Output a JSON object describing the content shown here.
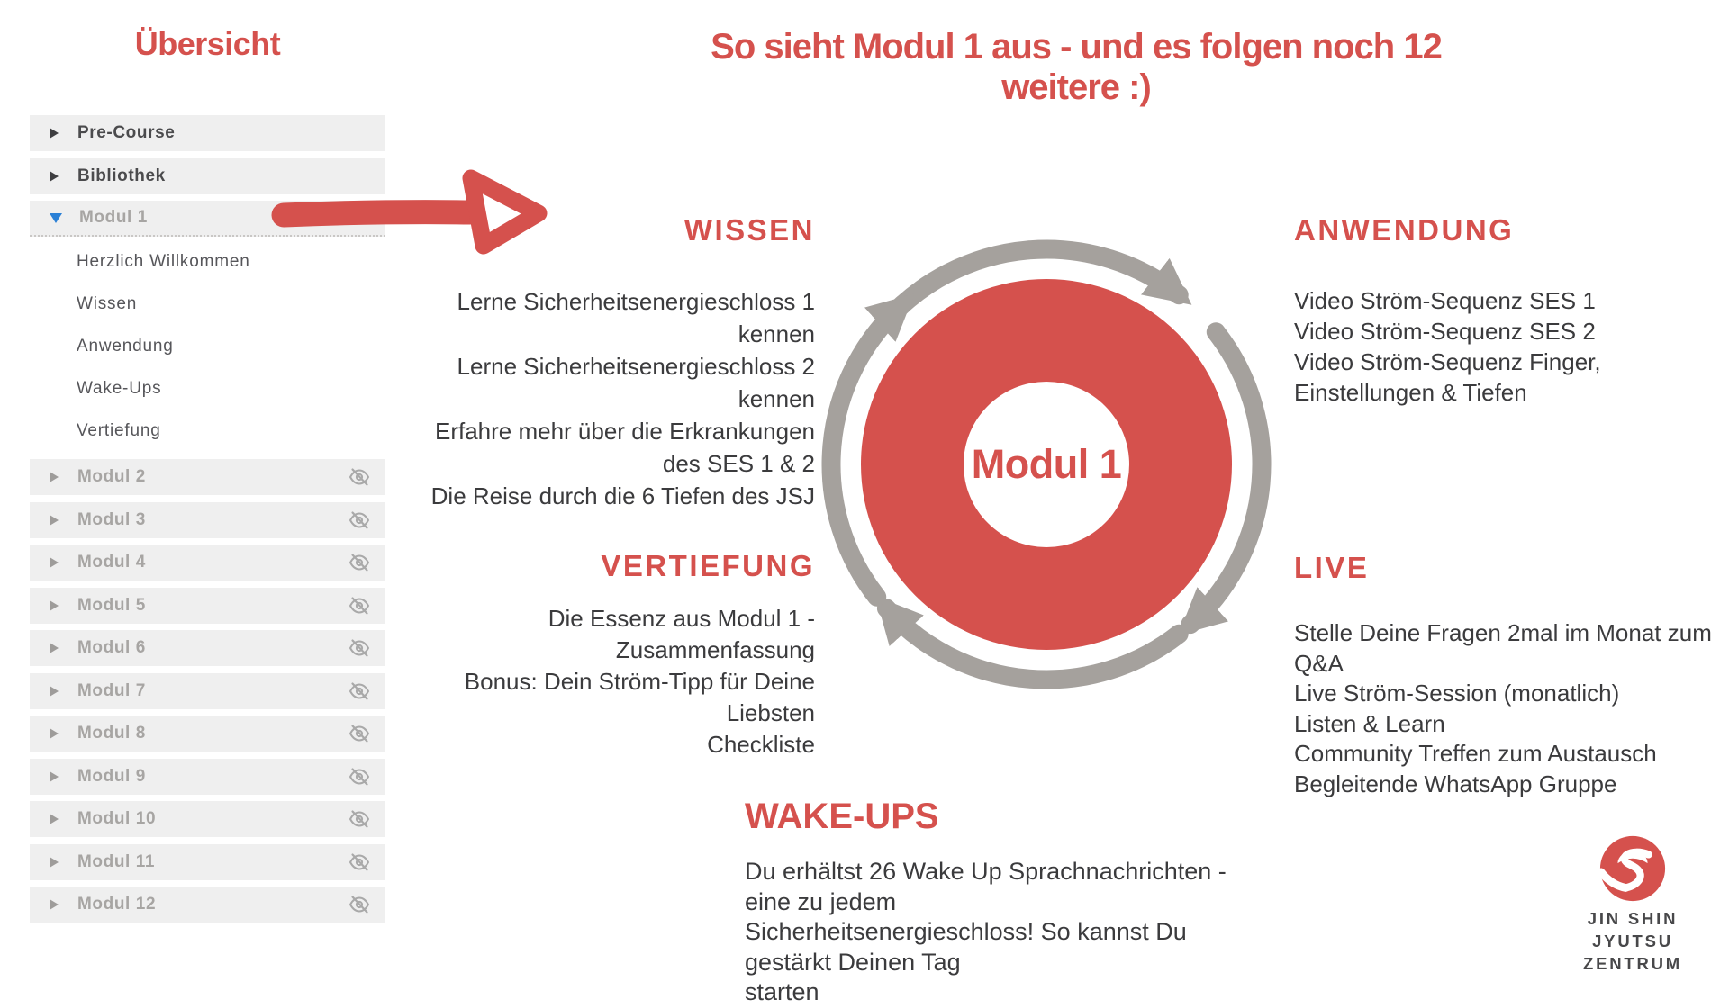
{
  "sidebar": {
    "title": "Übersicht",
    "top_items": [
      {
        "label": "Pre-Course"
      },
      {
        "label": "Bibliothek"
      }
    ],
    "expanded_item": {
      "label": "Modul 1",
      "children": [
        "Herzlich Willkommen",
        "Wissen",
        "Anwendung",
        "Wake-Ups",
        "Vertiefung"
      ]
    },
    "hidden_items": [
      {
        "label": "Modul 2"
      },
      {
        "label": "Modul 3"
      },
      {
        "label": "Modul 4"
      },
      {
        "label": "Modul 5"
      },
      {
        "label": "Modul 6"
      },
      {
        "label": "Modul 7"
      },
      {
        "label": "Modul 8"
      },
      {
        "label": "Modul 9"
      },
      {
        "label": "Modul 10"
      },
      {
        "label": "Modul 11"
      },
      {
        "label": "Modul 12"
      }
    ]
  },
  "header": {
    "title": "So sieht Modul 1 aus  - und es folgen noch 12 weitere :)"
  },
  "sections": {
    "wissen": {
      "heading": "WISSEN",
      "lines": [
        "Lerne Sicherheitsenergieschloss 1 kennen",
        "Lerne Sicherheitsenergieschloss 2 kennen",
        "Erfahre mehr über die Erkrankungen",
        "des SES 1 & 2",
        "Die Reise durch die 6 Tiefen des JSJ"
      ]
    },
    "anwendung": {
      "heading": "ANWENDUNG",
      "lines": [
        "Video Ström-Sequenz SES 1",
        "Video Ström-Sequenz SES 2",
        "Video Ström-Sequenz Finger,",
        "Einstellungen & Tiefen"
      ]
    },
    "vertiefung": {
      "heading": "VERTIEFUNG",
      "lines": [
        "Die Essenz aus Modul 1 - Zusammenfassung",
        "Bonus: Dein Ström-Tipp für Deine Liebsten",
        "Checkliste"
      ]
    },
    "live": {
      "heading": "LIVE",
      "lines": [
        "Stelle Deine Fragen 2mal im Monat zum Q&A",
        "Live Ström-Session (monatlich)",
        "Listen & Learn",
        "Community Treffen zum Austausch",
        "Begleitende WhatsApp Gruppe"
      ]
    },
    "wakeups": {
      "heading": "WAKE-UPS",
      "lines": [
        "Du erhältst 26 Wake Up Sprachnachrichten - eine zu jedem",
        "Sicherheitsenergieschloss! So kannst Du gestärkt Deinen Tag",
        "starten"
      ]
    }
  },
  "diagram": {
    "center_label": "Modul 1"
  },
  "logo": {
    "line1": "JIN SHIN JYUTSU",
    "line2": "ZENTRUM"
  },
  "icons": {
    "collapsed": "triangle-right",
    "expanded": "triangle-down",
    "hidden": "eye-slash",
    "pointer": "hand-drawn-arrow-right",
    "cycle": "circular-arrows-clockwise"
  },
  "colors": {
    "accent_red": "#d5514d",
    "cycle_gray": "#a5a19d",
    "expanded_blue": "#2a80d6",
    "sidebar_row_bg": "#efefef",
    "body_text": "#3b3b3d"
  }
}
